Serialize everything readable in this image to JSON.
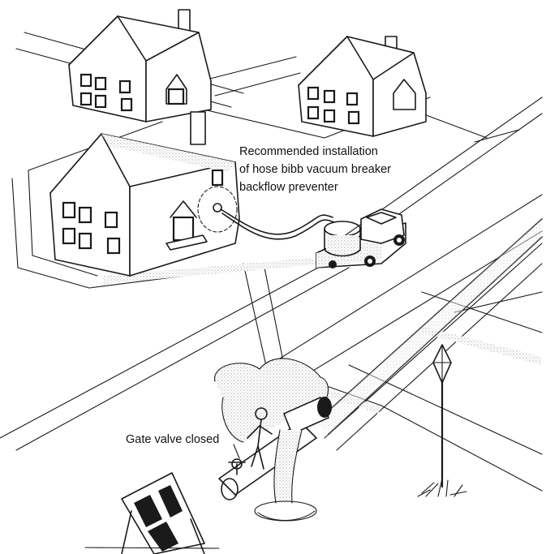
{
  "labels": {
    "recommended": [
      "Recommended installation",
      "of hose bibb vacuum breaker",
      "backflow preventer"
    ],
    "gate_valve": "Gate valve closed"
  },
  "colors": {
    "ink": "#1a1a1a",
    "background": "#ffffff"
  }
}
